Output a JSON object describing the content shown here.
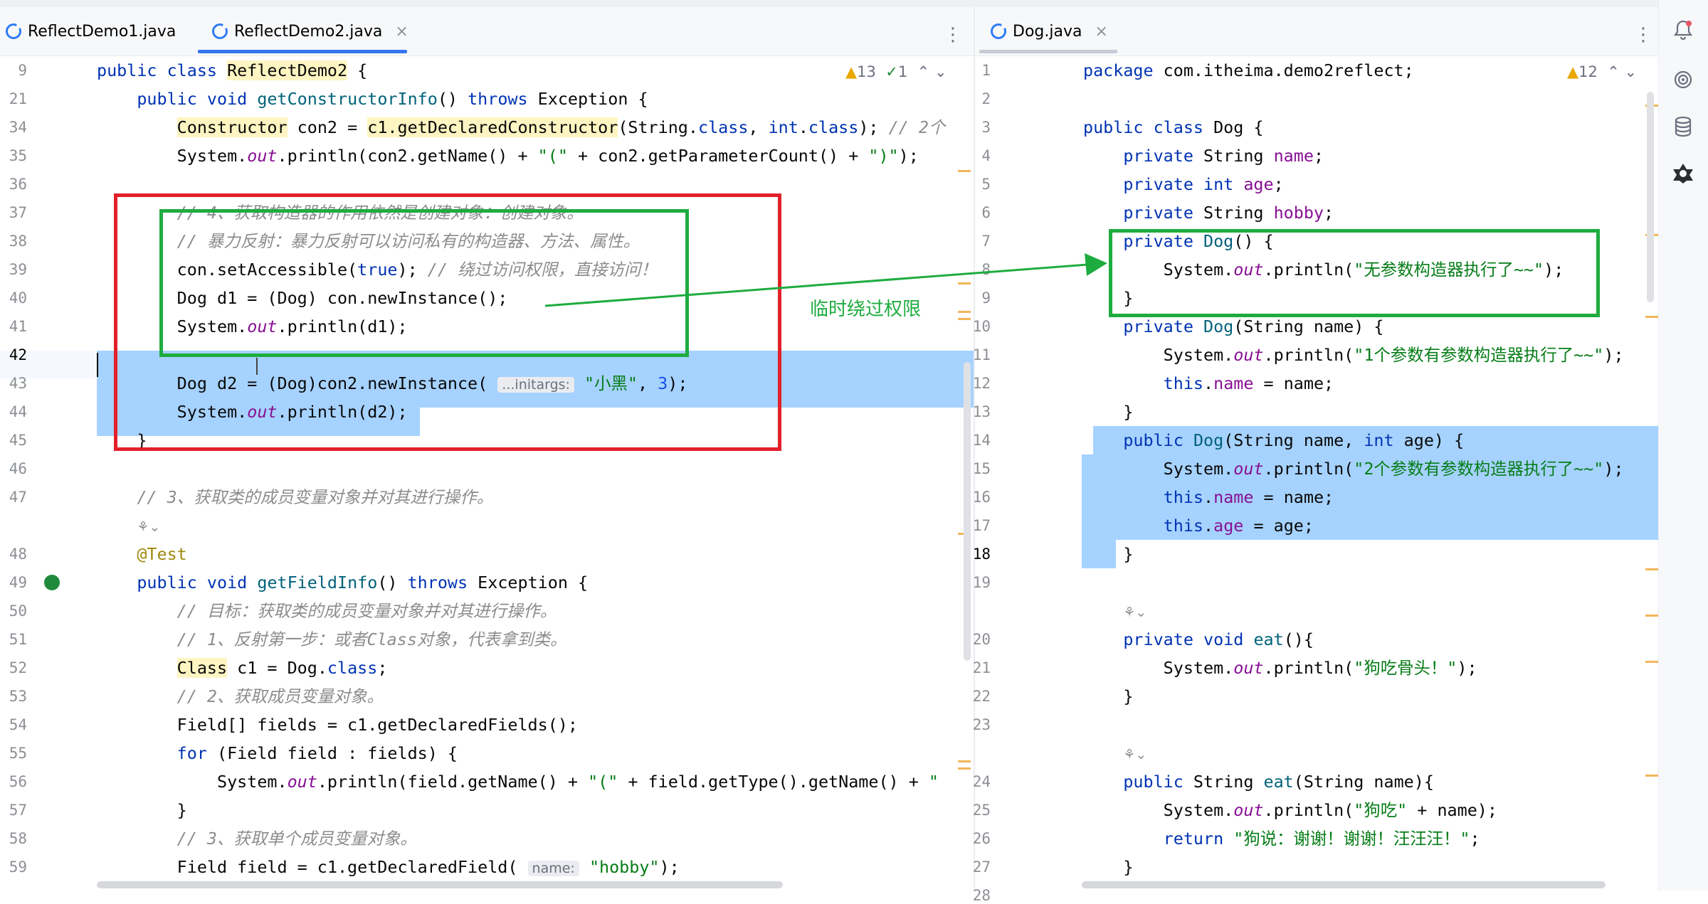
{
  "left_editor": {
    "tabs": [
      {
        "label": "ReflectDemo1.java"
      },
      {
        "label": "ReflectDemo2.java",
        "close": "×"
      }
    ],
    "inspection": {
      "warnings": "13",
      "ok": "1"
    },
    "lines": [
      {
        "n": "9",
        "html": "<span class=\"kw\">public class</span> <span class=\"cls-hl\">ReflectDemo2</span> {"
      },
      {
        "n": "21",
        "html": "    <span class=\"kw\">public void</span> <span class=\"fn\">getConstructorInfo</span>() <span class=\"kw\">throws</span> Exception {"
      },
      {
        "n": "34",
        "html": "        <span class=\"cls-hl\">Constructor</span> con2 = <span class=\"cls-hl\">c1.getDeclaredConstructor</span>(String.<span class=\"kw\">class</span>, <span class=\"kw\">int</span>.<span class=\"kw\">class</span>); <span class=\"cmt\">// 2个</span>"
      },
      {
        "n": "35",
        "html": "        System.<span class=\"sti\">out</span>.println(con2.getName() + <span class=\"str\">\"(\"</span> + con2.getParameterCount() + <span class=\"str\">\")\"</span>);"
      },
      {
        "n": "36",
        "html": ""
      },
      {
        "n": "37",
        "html": "        <span class=\"cmt\">// 4、获取构造器的作用依然是创建对象：创建对象。</span>"
      },
      {
        "n": "38",
        "html": "        <span class=\"cmt\">// 暴力反射：暴力反射可以访问私有的构造器、方法、属性。</span>"
      },
      {
        "n": "39",
        "html": "        con.setAccessible(<span class=\"kw\">true</span>); <span class=\"cmt\">// 绕过访问权限，直接访问！</span>"
      },
      {
        "n": "40",
        "html": "        Dog d1 = (Dog) con.newInstance();"
      },
      {
        "n": "41",
        "html": "        System.<span class=\"sti\">out</span>.println(d1);"
      },
      {
        "n": "42",
        "html": ""
      },
      {
        "n": "43",
        "html": "        Dog d2 = (Dog)con2.newInstance( <span class=\"hint\">...initargs:</span> <span class=\"str\">\"小黑\"</span>, <span class=\"num\">3</span>);"
      },
      {
        "n": "44",
        "html": "        System.<span class=\"sti\">out</span>.println(d2);"
      },
      {
        "n": "45",
        "html": "    }"
      },
      {
        "n": "46",
        "html": ""
      },
      {
        "n": "47",
        "html": "    <span class=\"cmt\">// 3、获取类的成员变量对象并对其进行操作。</span>"
      },
      {
        "n": "",
        "html": "    <span class=\"inlay-icon\">⚘⌄</span>"
      },
      {
        "n": "48",
        "html": "    <span class=\"ann\">@Test</span>"
      },
      {
        "n": "49",
        "html": "    <span class=\"kw\">public void</span> <span class=\"fn\">getFieldInfo</span>() <span class=\"kw\">throws</span> Exception {"
      },
      {
        "n": "50",
        "html": "        <span class=\"cmt\">// 目标：获取类的成员变量对象并对其进行操作。</span>"
      },
      {
        "n": "51",
        "html": "        <span class=\"cmt\">// 1、反射第一步：或者Class对象，代表拿到类。</span>"
      },
      {
        "n": "52",
        "html": "        <span class=\"cls-hl\">Class</span> c1 = Dog.<span class=\"kw\">class</span>;"
      },
      {
        "n": "53",
        "html": "        <span class=\"cmt\">// 2、获取成员变量对象。</span>"
      },
      {
        "n": "54",
        "html": "        Field[] fields = c1.getDeclaredFields();"
      },
      {
        "n": "55",
        "html": "        <span class=\"kw\">for</span> (Field field : fields) {"
      },
      {
        "n": "56",
        "html": "            System.<span class=\"sti\">out</span>.println(field.getName() + <span class=\"str\">\"(\"</span> + field.getType().getName() + <span class=\"str\">\"</span>"
      },
      {
        "n": "57",
        "html": "        }"
      },
      {
        "n": "58",
        "html": "        <span class=\"cmt\">// 3、获取单个成员变量对象。</span>"
      },
      {
        "n": "59",
        "html": "        Field field = c1.getDeclaredField( <span class=\"hint\">name:</span> <span class=\"str\">\"hobby\"</span>);"
      }
    ]
  },
  "right_editor": {
    "tabs": [
      {
        "label": "Dog.java",
        "close": "×"
      }
    ],
    "inspection": {
      "warnings": "12"
    },
    "lines": [
      {
        "n": "1",
        "html": "<span class=\"kw\">package</span> com.itheima.demo2reflect;"
      },
      {
        "n": "2",
        "html": ""
      },
      {
        "n": "3",
        "html": "<span class=\"kw\">public class</span> Dog {"
      },
      {
        "n": "4",
        "html": "    <span class=\"kw\">private</span> String <span class=\"fld\">name</span>;"
      },
      {
        "n": "5",
        "html": "    <span class=\"kw\">private int</span> <span class=\"fld\">age</span>;"
      },
      {
        "n": "6",
        "html": "    <span class=\"kw\">private</span> String <span class=\"fld\">hobby</span>;"
      },
      {
        "n": "7",
        "html": "    <span class=\"kw\">private</span> <span class=\"fn\">Dog</span>() {"
      },
      {
        "n": "8",
        "html": "        System.<span class=\"sti\">out</span>.println(<span class=\"str\">\"无参数构造器执行了~~\"</span>);"
      },
      {
        "n": "9",
        "html": "    }"
      },
      {
        "n": "10",
        "html": "    <span class=\"kw\">private</span> <span class=\"fn\">Dog</span>(String name) {"
      },
      {
        "n": "11",
        "html": "        System.<span class=\"sti\">out</span>.println(<span class=\"str\">\"1个参数有参数构造器执行了~~\"</span>);"
      },
      {
        "n": "12",
        "html": "        <span class=\"kw\">this</span>.<span class=\"fld\">name</span> = name;"
      },
      {
        "n": "13",
        "html": "    }"
      },
      {
        "n": "14",
        "html": "    <span class=\"kw\">public</span> <span class=\"fn\">Dog</span>(String name, <span class=\"kw\">int</span> age) {"
      },
      {
        "n": "15",
        "html": "        System.<span class=\"sti\">out</span>.println(<span class=\"str\">\"2个参数有参数构造器执行了~~\"</span>);"
      },
      {
        "n": "16",
        "html": "        <span class=\"kw\">this</span>.<span class=\"fld\">name</span> = name;"
      },
      {
        "n": "17",
        "html": "        <span class=\"kw\">this</span>.<span class=\"fld\">age</span> = age;"
      },
      {
        "n": "18",
        "html": "    }"
      },
      {
        "n": "19",
        "html": ""
      },
      {
        "n": "",
        "html": "    <span class=\"inlay-icon\">⚘⌄</span>"
      },
      {
        "n": "20",
        "html": "    <span class=\"kw\">private void</span> <span class=\"fn\">eat</span>(){"
      },
      {
        "n": "21",
        "html": "        System.<span class=\"sti\">out</span>.println(<span class=\"str\">\"狗吃骨头！\"</span>);"
      },
      {
        "n": "22",
        "html": "    }"
      },
      {
        "n": "23",
        "html": ""
      },
      {
        "n": "",
        "html": "    <span class=\"inlay-icon\">⚘⌄</span>"
      },
      {
        "n": "24",
        "html": "    <span class=\"kw\">public</span> String <span class=\"fn\">eat</span>(String name){"
      },
      {
        "n": "25",
        "html": "        System.<span class=\"sti\">out</span>.println(<span class=\"str\">\"狗吃\"</span> + name);"
      },
      {
        "n": "26",
        "html": "        <span class=\"kw\">return</span> <span class=\"str\">\"狗说：谢谢！谢谢！汪汪汪！\"</span>;"
      },
      {
        "n": "27",
        "html": "    }"
      },
      {
        "n": "28",
        "html": ""
      }
    ]
  },
  "annotation": {
    "arrow_label": "临时绕过权限"
  },
  "sidebar": {
    "icons": [
      "notifications-icon",
      "ai-assistant-icon",
      "database-icon",
      "plugin-icon"
    ]
  }
}
